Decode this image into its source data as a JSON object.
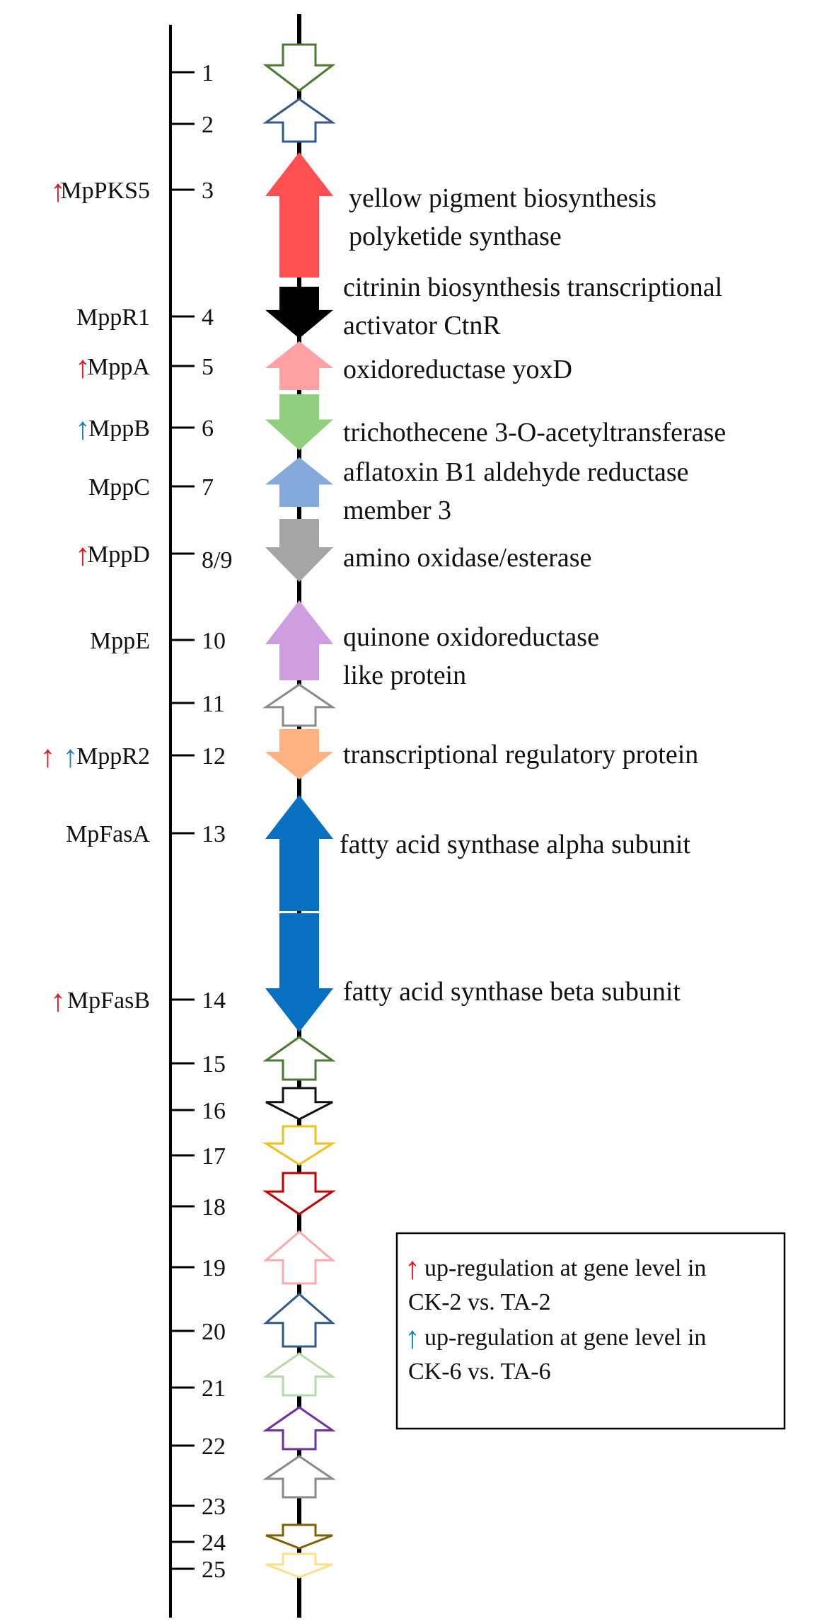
{
  "colors": {
    "red_indicator": "#e8151b",
    "blue_indicator": "#1a82b8",
    "axis": "#000000"
  },
  "genes": [
    {
      "num": "1",
      "style": "outline",
      "dir": "down",
      "color": "#4b7a32"
    },
    {
      "num": "2",
      "style": "outline",
      "dir": "up",
      "color": "#2e5b8a"
    },
    {
      "num": "3",
      "style": "filled",
      "dir": "up",
      "color": "#ff4f50",
      "name": "MpPKS5",
      "up": [
        "red"
      ],
      "desc": [
        "yellow pigment biosynthesis",
        "polyketide synthase"
      ]
    },
    {
      "num": "4",
      "style": "filled",
      "dir": "down",
      "color": "#000000",
      "name": "MppR1",
      "up": [],
      "desc": [
        "citrinin biosynthesis transcriptional",
        "activator CtnR"
      ]
    },
    {
      "num": "5",
      "style": "filled",
      "dir": "up",
      "color": "#ffa0a2",
      "name": "MppA",
      "up": [
        "red"
      ],
      "desc": [
        "oxidoreductase yoxD"
      ]
    },
    {
      "num": "6",
      "style": "filled",
      "dir": "down",
      "color": "#8fcf7d",
      "name": "MppB",
      "up": [
        "blue"
      ],
      "desc": [
        "trichothecene 3-O-acetyltransferase"
      ]
    },
    {
      "num": "7",
      "style": "filled",
      "dir": "up",
      "color": "#86a9dc",
      "name": "MppC",
      "up": [],
      "desc": [
        "aflatoxin B1 aldehyde reductase",
        "member 3"
      ]
    },
    {
      "num": "8/9",
      "style": "filled",
      "dir": "down",
      "color": "#a5a5a5",
      "name": "MppD",
      "up": [
        "red"
      ],
      "desc": [
        "amino oxidase/esterase"
      ]
    },
    {
      "num": "10",
      "style": "filled",
      "dir": "up",
      "color": "#cf9ee0",
      "name": "MppE",
      "up": [],
      "desc": [
        "quinone oxidoreductase",
        "like protein"
      ]
    },
    {
      "num": "11",
      "style": "outline",
      "dir": "up",
      "color": "#8a8a8a"
    },
    {
      "num": "12",
      "style": "filled",
      "dir": "down",
      "color": "#ffb27f",
      "name": "MppR2",
      "up": [
        "red",
        "blue"
      ],
      "desc": [
        "transcriptional regulatory protein"
      ]
    },
    {
      "num": "13",
      "style": "filled",
      "dir": "up",
      "color": "#0870c1",
      "name": "MpFasA",
      "up": [],
      "desc": [
        "fatty acid synthase alpha subunit"
      ]
    },
    {
      "num": "14",
      "style": "filled",
      "dir": "down",
      "color": "#0870c1",
      "name": "MpFasB",
      "up": [
        "red"
      ],
      "desc": [
        "fatty acid synthase beta subunit"
      ]
    },
    {
      "num": "15",
      "style": "outline",
      "dir": "up",
      "color": "#4b7a32"
    },
    {
      "num": "16",
      "style": "outline",
      "dir": "down",
      "color": "#111111"
    },
    {
      "num": "17",
      "style": "outline",
      "dir": "down",
      "color": "#f2c01d"
    },
    {
      "num": "18",
      "style": "outline",
      "dir": "down",
      "color": "#c00000"
    },
    {
      "num": "19",
      "style": "outline",
      "dir": "up",
      "color": "#ffaaaa"
    },
    {
      "num": "20",
      "style": "outline",
      "dir": "up",
      "color": "#2e5b8a"
    },
    {
      "num": "21",
      "style": "outline",
      "dir": "up",
      "color": "#b6dbab"
    },
    {
      "num": "22",
      "style": "outline",
      "dir": "up",
      "color": "#7030a0"
    },
    {
      "num": "23",
      "style": "outline",
      "dir": "up",
      "color": "#8a8a8a"
    },
    {
      "num": "24",
      "style": "outline",
      "dir": "down",
      "color": "#7f6000"
    },
    {
      "num": "25",
      "style": "outline",
      "dir": "down",
      "color": "#ffe08a"
    }
  ],
  "legend": {
    "red_lines": [
      "up-regulation at gene level in",
      "CK-2 vs. TA-2"
    ],
    "blue_lines": [
      "up-regulation at gene level in",
      "CK-6 vs. TA-6"
    ]
  }
}
